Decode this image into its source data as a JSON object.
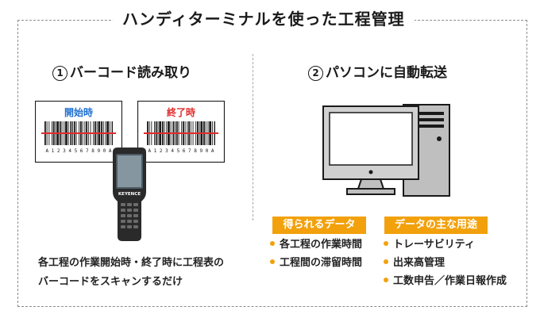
{
  "title": "ハンディターミナルを使った工程管理",
  "section1": {
    "number": "①",
    "title": "バーコード読み取り",
    "barcode_start_label": "開始時",
    "barcode_end_label": "終了時",
    "barcode_digits": "A 1 2 3 4 5 6 7 8 9 0 A",
    "device_brand": "KEYENCE",
    "caption_line1": "各工程の作業開始時・終了時に工程表の",
    "caption_line2": "バーコードをスキャンするだけ"
  },
  "section2": {
    "number": "②",
    "title": "パソコンに自動転送",
    "data_obtained": {
      "label": "得られるデータ",
      "items": [
        "各工程の作業時間",
        "工程間の滞留時間"
      ]
    },
    "data_uses": {
      "label": "データの主な用途",
      "items": [
        "トレーサビリティ",
        "出来高管理",
        "工数申告／作業日報作成"
      ]
    }
  },
  "colors": {
    "accent": "#f2a10c",
    "start_label": "#1f6fd1",
    "end_label": "#e12b2b",
    "scan_line": "#e12b2b"
  }
}
